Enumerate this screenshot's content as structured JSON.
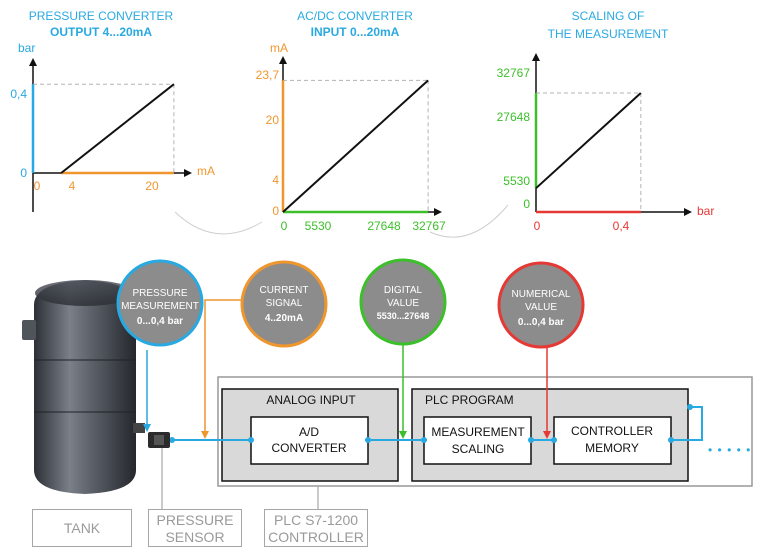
{
  "colors": {
    "blue": "#29a9e1",
    "orange": "#f0962e",
    "green": "#3cbf2a",
    "red": "#e53935",
    "axis": "#111111",
    "dash": "#b3b3b3",
    "circle_fill": "#8c8c8c",
    "box_fill": "#d9d9d9"
  },
  "charts": {
    "pressure": {
      "title_line1": "PRESSURE CONVERTER",
      "title_line2": "OUTPUT 4...20mA",
      "y_unit": "bar",
      "x_unit": "mA",
      "y_ticks": [
        "0,4",
        "0"
      ],
      "x_ticks": [
        "0",
        "4",
        "20"
      ]
    },
    "acdc": {
      "title_line1": "AC/DC CONVERTER",
      "title_line2": "INPUT 0...20mA",
      "y_unit": "mA",
      "y_ticks": [
        "23,7",
        "20",
        "4",
        "0"
      ],
      "x_ticks": [
        "0",
        "5530",
        "27648",
        "32767"
      ]
    },
    "scaling": {
      "title_line1": "SCALING OF",
      "title_line2": "THE MEASUREMENT",
      "x_unit": "bar",
      "y_ticks": [
        "32767",
        "27648",
        "5530",
        "0"
      ],
      "x_ticks": [
        "0",
        "0,4"
      ]
    }
  },
  "chart_data": [
    {
      "type": "line",
      "title": "PRESSURE CONVERTER OUTPUT 4...20mA",
      "xlabel": "mA",
      "ylabel": "bar",
      "series": [
        {
          "x": [
            4,
            20
          ],
          "y": [
            0,
            0.4
          ]
        }
      ],
      "xlim": [
        0,
        22
      ],
      "ylim": [
        0,
        0.5
      ]
    },
    {
      "type": "line",
      "title": "AC/DC CONVERTER INPUT 0...20mA",
      "xlabel": "",
      "ylabel": "mA",
      "series": [
        {
          "x": [
            0,
            32767
          ],
          "y": [
            0,
            23.7
          ]
        }
      ],
      "xlim": [
        0,
        35000
      ],
      "ylim": [
        0,
        27
      ]
    },
    {
      "type": "line",
      "title": "SCALING OF THE MEASUREMENT",
      "xlabel": "bar",
      "ylabel": "",
      "series": [
        {
          "x": [
            0,
            0.4
          ],
          "y": [
            5530,
            27648
          ]
        }
      ],
      "xlim": [
        0,
        0.58
      ],
      "ylim": [
        0,
        36000
      ]
    }
  ],
  "bubbles": {
    "pressure": {
      "line1": "PRESSURE",
      "line2": "MEASUREMENT",
      "line3": "0...0,4 bar"
    },
    "current": {
      "line1": "CURRENT",
      "line2": "SIGNAL",
      "line3": "4..20mA"
    },
    "digital": {
      "line1": "DIGITAL",
      "line2": "VALUE",
      "line3": "5530...27648"
    },
    "numerical": {
      "line1": "NUMERICAL",
      "line2": "VALUE",
      "line3": "0...0,4 bar"
    }
  },
  "boxes": {
    "analog_input": "ANALOG INPUT",
    "plc_program": "PLC PROGRAM",
    "ad_converter_line1": "A/D",
    "ad_converter_line2": "CONVERTER",
    "measurement_scaling_line1": "MEASUREMENT",
    "measurement_scaling_line2": "SCALING",
    "controller_memory_line1": "CONTROLLER",
    "controller_memory_line2": "MEMORY"
  },
  "captions": {
    "tank": "TANK",
    "sensor_line1": "PRESSURE",
    "sensor_line2": "SENSOR",
    "plc_line1": "PLC S7-1200",
    "plc_line2": "CONTROLLER"
  },
  "continuation": "• • • • •"
}
